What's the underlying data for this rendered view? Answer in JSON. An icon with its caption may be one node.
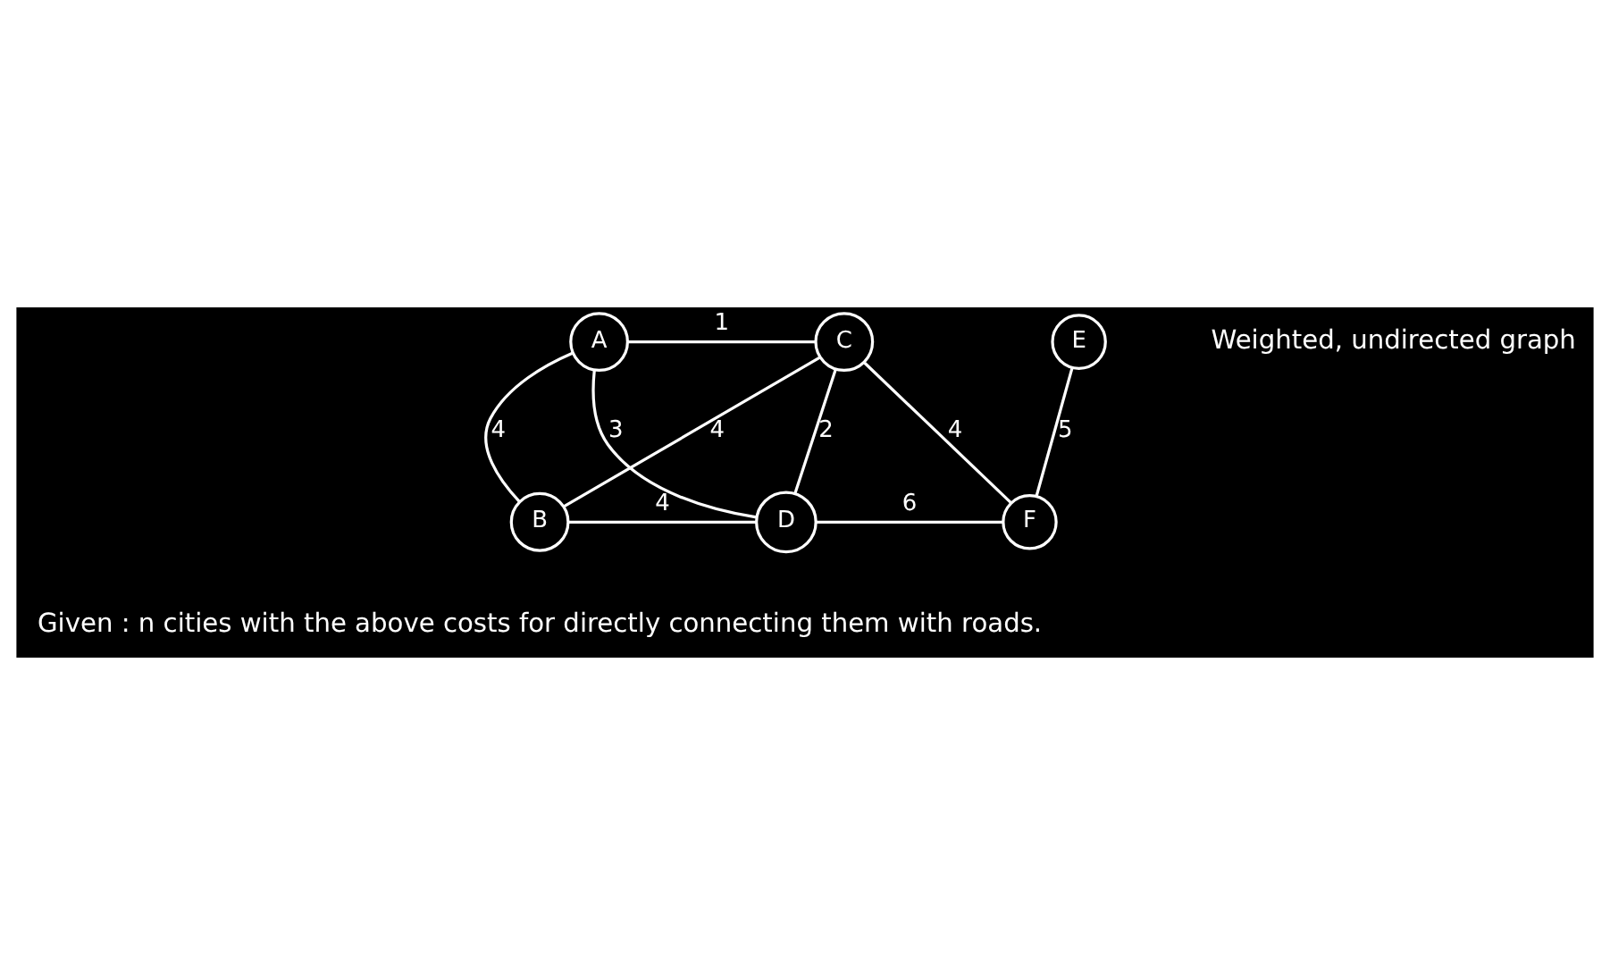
{
  "diagram": {
    "nodes": [
      {
        "text": [
          "A"
        ]
      },
      {
        "text": [
          "C"
        ]
      },
      {
        "text": [
          "E"
        ]
      },
      {
        "text": [
          "B"
        ]
      },
      {
        "text": [
          "D"
        ]
      },
      {
        "text": [
          "F"
        ]
      }
    ],
    "edges": [
      {
        "from": 0,
        "to": 1,
        "arrow": "none",
        "label": "1"
      },
      {
        "from": 0,
        "to": 3,
        "arrow": "none",
        "label": "4"
      },
      {
        "from": 0,
        "to": 4,
        "arrow": "none",
        "label": "3"
      },
      {
        "from": 3,
        "to": 1,
        "arrow": "none",
        "label": "4"
      },
      {
        "from": 1,
        "to": 4,
        "arrow": "none",
        "label": "2"
      },
      {
        "from": 1,
        "to": 5,
        "arrow": "none",
        "label": "4"
      },
      {
        "from": 2,
        "to": 5,
        "arrow": "none",
        "label": "5"
      },
      {
        "from": 3,
        "to": 4,
        "arrow": "none",
        "label": "4"
      },
      {
        "from": 4,
        "to": 5,
        "arrow": "none",
        "label": "6"
      }
    ],
    "labels": [
      "Weighted, undirected graph",
      "Given : n cities with the above costs for directly connecting them with roads."
    ]
  }
}
